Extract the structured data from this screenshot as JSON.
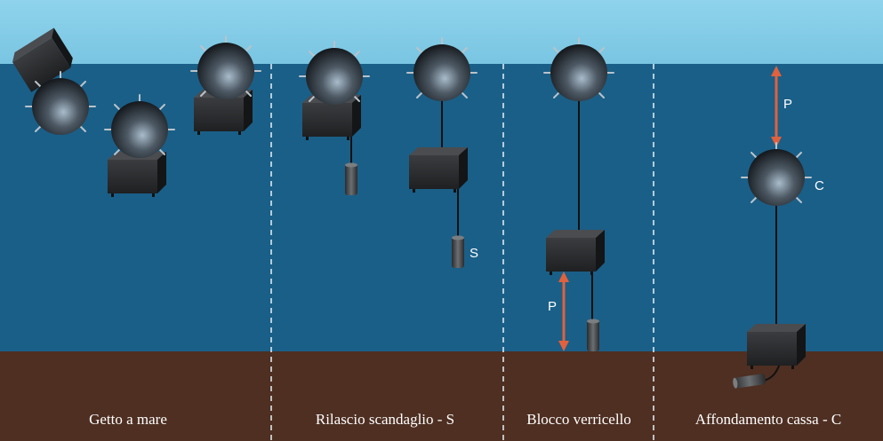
{
  "captions": {
    "stage1": "Getto a mare",
    "stage2": "Rilascio scandaglio - S",
    "stage3": "Blocco verricello",
    "stage4": "Affondamento cassa - C"
  },
  "labels": {
    "sinker": "S",
    "depth_stage3": "P",
    "depth_stage4": "P",
    "case": "C"
  },
  "colors": {
    "sky": "#86cfe9",
    "sea": "#1a5f88",
    "seabed": "#4e2f22",
    "arrow": "#e0613e",
    "divider": "#ffffff"
  }
}
